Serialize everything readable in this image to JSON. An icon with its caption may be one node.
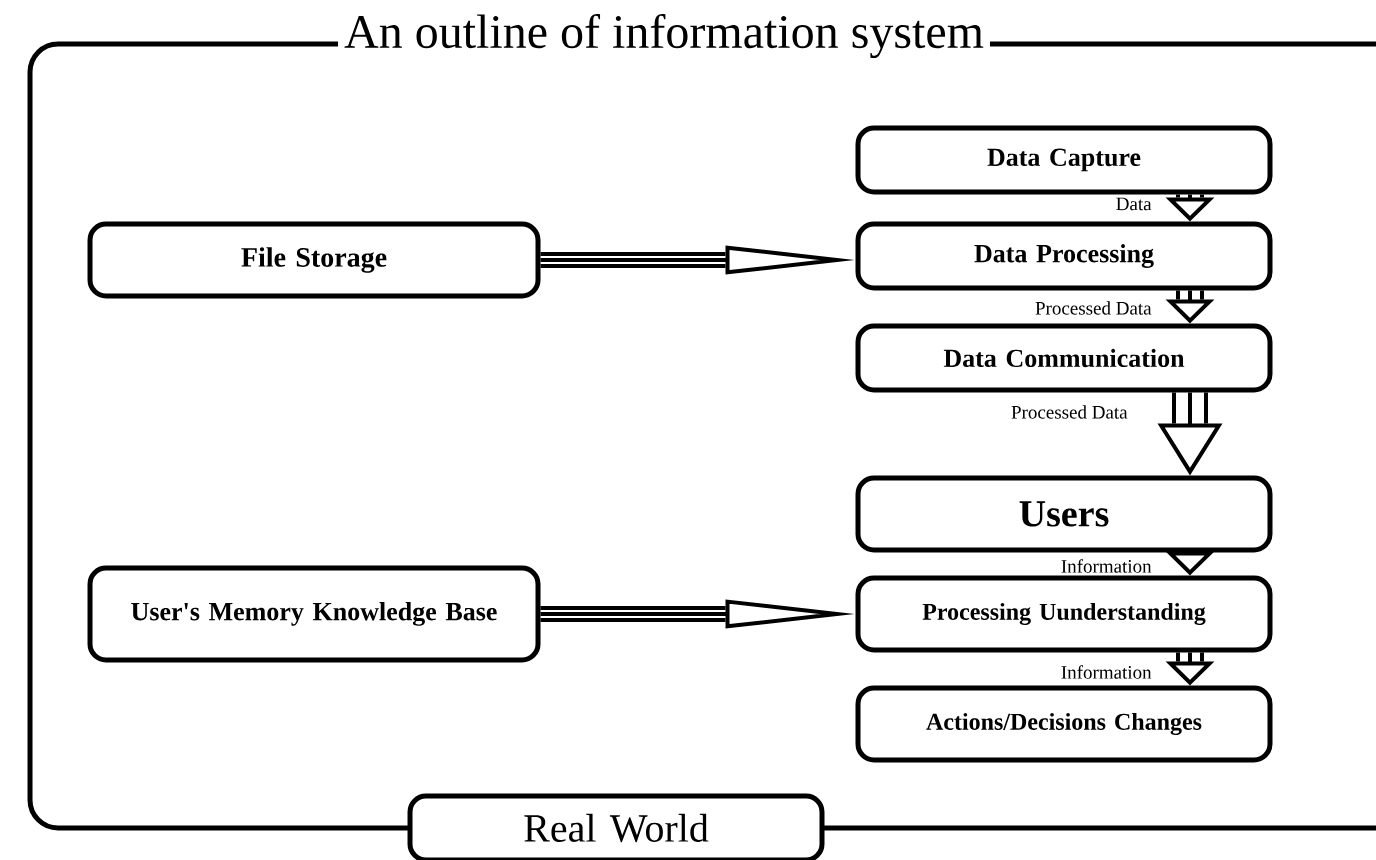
{
  "diagram": {
    "title": "An outline of information system",
    "nodes": [
      {
        "text": [
          "Data Capture"
        ]
      },
      {
        "text": [
          "File Storage"
        ]
      },
      {
        "text": [
          "Data Processing"
        ]
      },
      {
        "text": [
          "Data Communication"
        ]
      },
      {
        "text": [
          "Users"
        ]
      },
      {
        "text": [
          "User's Memory Knowledge Base"
        ]
      },
      {
        "text": [
          "Processing Uunderstanding"
        ]
      },
      {
        "text": [
          "Actions/Decisions Changes"
        ]
      },
      {
        "text": [
          "Real World"
        ]
      }
    ],
    "edges": [
      {
        "from": 0,
        "to": 2,
        "arrow": "to",
        "label": "Data"
      },
      {
        "from": 1,
        "to": 2,
        "arrow": "to"
      },
      {
        "from": 2,
        "to": 3,
        "arrow": "to",
        "label": "Processed Data"
      },
      {
        "from": 3,
        "to": 4,
        "arrow": "to",
        "label": "Processed Data"
      },
      {
        "from": 4,
        "to": 6,
        "arrow": "to",
        "label": "Information"
      },
      {
        "from": 5,
        "to": 6,
        "arrow": "to"
      },
      {
        "from": 6,
        "to": 7,
        "arrow": "to",
        "label": "Information"
      }
    ]
  }
}
